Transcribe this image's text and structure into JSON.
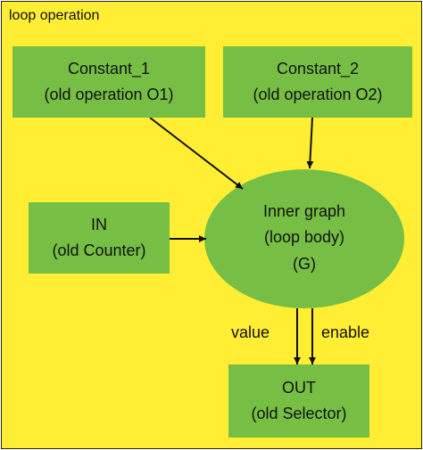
{
  "container": {
    "title": "loop operation",
    "background": "#ffee33"
  },
  "nodes": {
    "constant_1": {
      "line1": "Constant_1",
      "line2": "(old operation O1)"
    },
    "constant_2": {
      "line1": "Constant_2",
      "line2": "(old operation O2)"
    },
    "in": {
      "line1": "IN",
      "line2": "(old Counter)"
    },
    "inner": {
      "line1": "Inner graph",
      "line2": "(loop body)",
      "line3": "(G)"
    },
    "out": {
      "line1": "OUT",
      "line2": "(old Selector)"
    }
  },
  "edges": {
    "value_label": "value",
    "enable_label": "enable"
  },
  "colors": {
    "node_fill": "#77bf44",
    "edge": "#111111",
    "text": "#111111"
  }
}
